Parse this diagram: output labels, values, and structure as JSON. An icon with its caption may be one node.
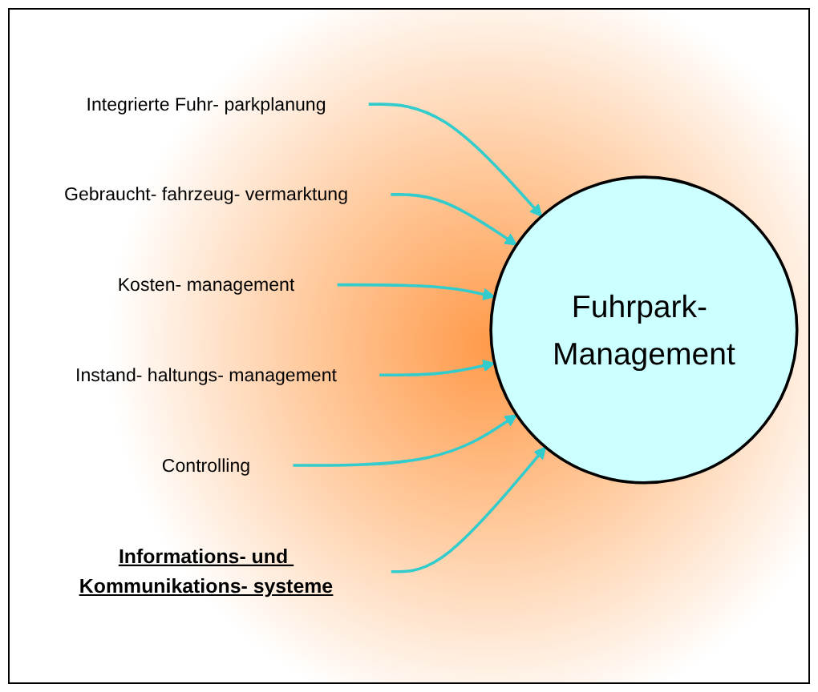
{
  "diagram": {
    "nodes": [
      {
        "text": [
          "Integrierte Fuhr- parkplanung"
        ]
      },
      {
        "text": [
          "Gebraucht- fahrzeug- vermarktung"
        ]
      },
      {
        "text": [
          "Kosten- management"
        ]
      },
      {
        "text": [
          "Fuhrpark- Management"
        ]
      },
      {
        "text": [
          "Instand- haltungs- management"
        ]
      },
      {
        "text": [
          "Controlling"
        ]
      },
      {
        "text": [
          "Informations- und Kommunikations- systeme"
        ]
      }
    ],
    "edges": [
      {
        "from": 0,
        "to": 3,
        "arrow": "to"
      },
      {
        "from": 1,
        "to": 3,
        "arrow": "to"
      },
      {
        "from": 2,
        "to": 3,
        "arrow": "to"
      },
      {
        "from": 4,
        "to": 3,
        "arrow": "to"
      },
      {
        "from": 5,
        "to": 3,
        "arrow": "to"
      },
      {
        "from": 6,
        "to": 3,
        "arrow": "to"
      }
    ]
  }
}
